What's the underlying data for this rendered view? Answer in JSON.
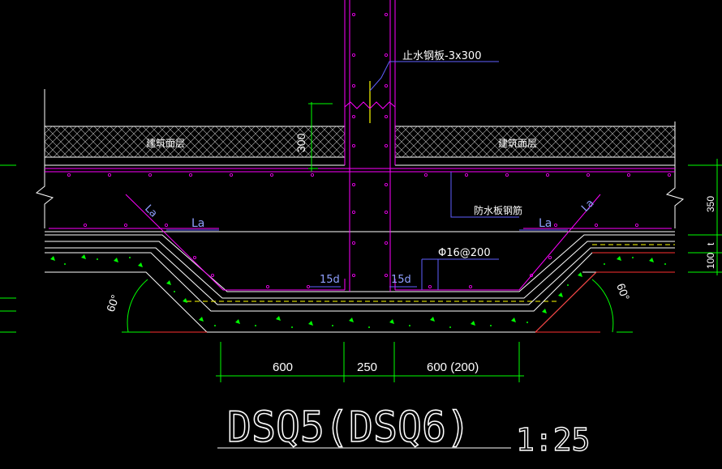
{
  "labels": {
    "waterstop": "止水钢板-3x300",
    "finish_left": "建筑面层",
    "finish_right": "建筑面层",
    "dim_300": "300",
    "la_diag_left": "La",
    "la_left": "La",
    "la_diag_right": "La",
    "la_right": "La",
    "waterproof_rebar": "防水板钢筋",
    "rebar_spec": "Φ16@200",
    "d15_left": "15d",
    "d15_right": "15d",
    "angle_left": "60°",
    "angle_right": "60°",
    "dim_350": "350",
    "dim_t": "t",
    "dim_100": "100"
  },
  "dimensions": {
    "left": "600",
    "mid": "250",
    "right": "600 (200)"
  },
  "title": {
    "name": "DSQ5(DSQ6)",
    "scale": "1:25"
  },
  "colors": {
    "background": "#000000",
    "wall": "#ff00ff",
    "leader": "#6060ff",
    "green": "#00ff00",
    "white": "#ffffff",
    "red": "#ff3030",
    "yellow": "#ffff00",
    "hatch": "#c0c0c0"
  }
}
